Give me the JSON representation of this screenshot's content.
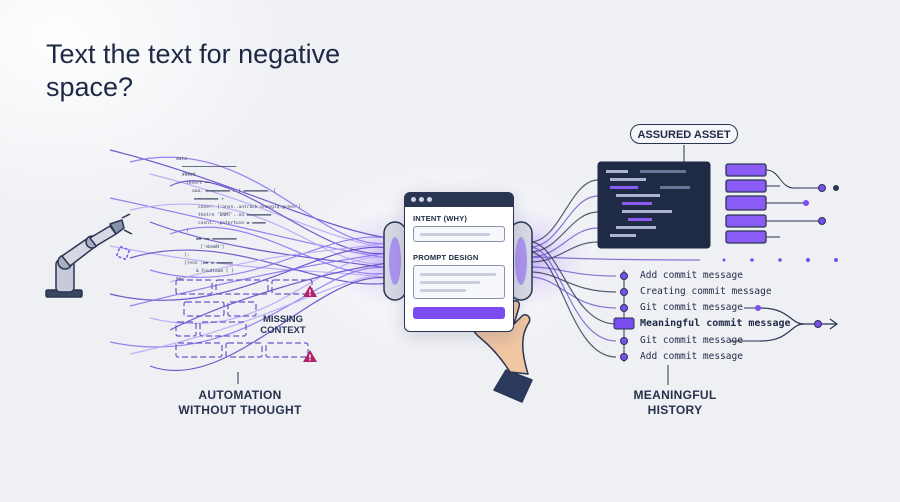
{
  "headline": "Text the text for negative space?",
  "left_caption": {
    "line1": "AUTOMATION",
    "line2": "WITHOUT THOUGHT"
  },
  "right_caption": {
    "line1": "MEANINGFUL",
    "line2": "HISTORY"
  },
  "missing_context": {
    "line1": "MISSING",
    "line2": "CONTEXT"
  },
  "asset_label": "ASSURED ASSET",
  "card": {
    "intent_label": "INTENT (WHY)",
    "prompt_label": "PROMPT DESIGN"
  },
  "commits": [
    {
      "text": "Add commit message",
      "highlight": false
    },
    {
      "text": "Creating commit message",
      "highlight": false
    },
    {
      "text": "Git commit message",
      "highlight": false
    },
    {
      "text": "Meaningful commit message",
      "highlight": true
    },
    {
      "text": "Git commit message",
      "highlight": false
    },
    {
      "text": "Add commit message",
      "highlight": false
    }
  ],
  "colors": {
    "accent": "#7b4cf0",
    "ink": "#1f2a44",
    "warning": "#b0226a",
    "light_purple": "#a98bf5"
  }
}
